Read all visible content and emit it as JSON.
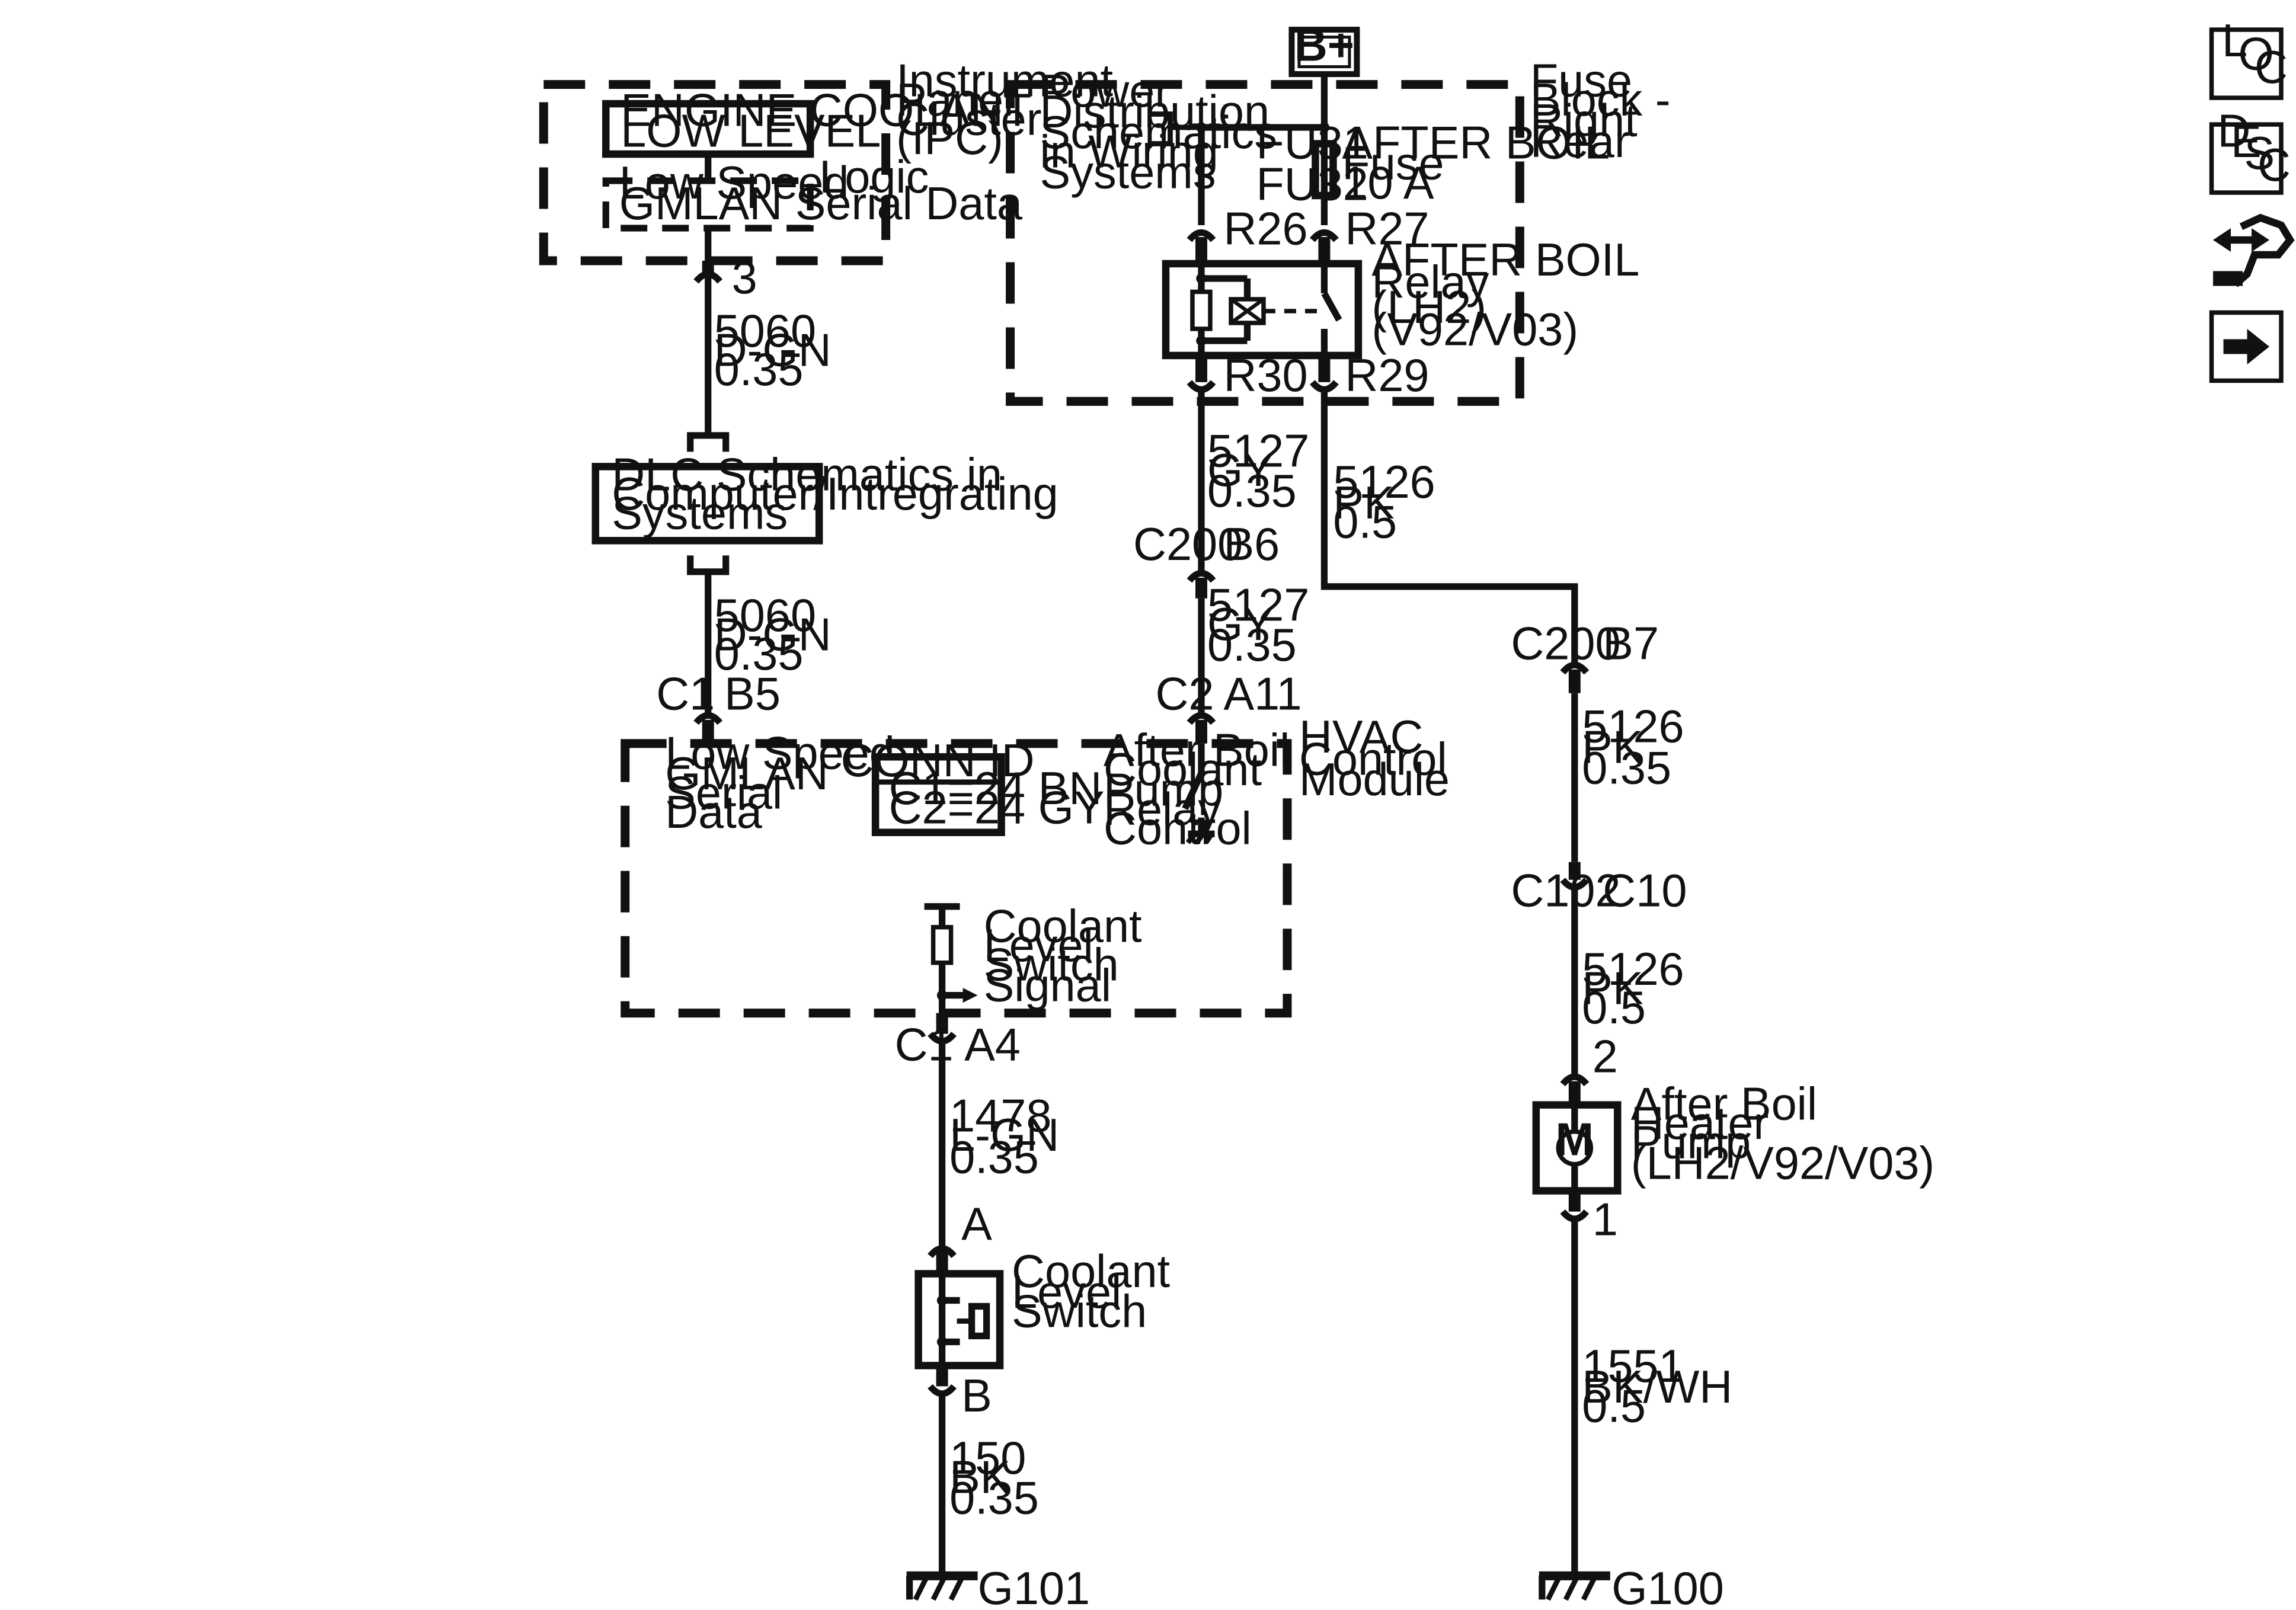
{
  "power": {
    "bplus": "B+"
  },
  "ipc": {
    "indicator": [
      "ENGINE COOLANT",
      "LOW LEVEL"
    ],
    "logic_box": [
      "Low Speed",
      "GMLAN Serial Data"
    ],
    "logic_label": "Logic",
    "module_label": [
      "Instrument",
      "Panel",
      "Cluster",
      "(IPC)"
    ],
    "pin": "3"
  },
  "wire_5060_a": [
    "5060",
    "D-GN",
    "0.35"
  ],
  "dlc": {
    "text": [
      "DLC Schematics in",
      "Computer/Intregrating",
      "Systems"
    ]
  },
  "wire_5060_b": [
    "5060",
    "D-GN",
    "0.35"
  ],
  "fuse_block": {
    "label": [
      "Fuse",
      "Block -",
      "Right",
      "Rear"
    ],
    "power_ref": [
      "Power",
      "Distribution",
      "Schematics",
      "in Wiring",
      "Systems"
    ],
    "fuse_ids": [
      "FU31",
      "FU32"
    ],
    "fuse_text": [
      "AFTER BOIL",
      "Fuse",
      "10 A"
    ],
    "relay_text": [
      "AFTER BOIL",
      "Relay",
      "(LH2)",
      "(V92/V03)"
    ],
    "pins": {
      "r26": "R26",
      "r27": "R27",
      "r30": "R30",
      "r29": "R29"
    }
  },
  "wire_5127_a": [
    "5127",
    "GY",
    "0.35"
  ],
  "c200_b6": {
    "conn": "C200",
    "pin": "B6"
  },
  "wire_5127_b": [
    "5127",
    "GY",
    "0.35"
  ],
  "wire_5126_a": [
    "5126",
    "PK",
    "0.5"
  ],
  "c200_b7": {
    "conn": "C200",
    "pin": "B7"
  },
  "wire_5126_b": [
    "5126",
    "PK",
    "0.35"
  ],
  "c102": {
    "conn": "C102",
    "pin": "C10"
  },
  "wire_5126_c": [
    "5126",
    "PK",
    "0.5"
  ],
  "hvac": {
    "module_label": [
      "HVAC",
      "Control",
      "Module"
    ],
    "c1_conn": "C1",
    "c1_pin": "B5",
    "c2_conn": "C2",
    "c2_pin": "A11",
    "gmlan_text": [
      "Low Speed",
      "GMLAN",
      "Serial",
      "Data"
    ],
    "conn_id_title": "CONN ID",
    "conn_id_rows": [
      "C1=24 BN",
      "C2=24 GY"
    ],
    "relay_ctrl_text": [
      "After Boil",
      "Coolant",
      "Pump",
      "Relay",
      "Control"
    ],
    "switch_signal_text": [
      "Coolant",
      "Level",
      "Switch",
      "Signal"
    ],
    "bottom_conn": "C1",
    "bottom_pin": "A4"
  },
  "wire_1478": [
    "1478",
    "L-GN",
    "0.35"
  ],
  "coolant_switch": {
    "pin_a": "A",
    "pin_b": "B",
    "label": [
      "Coolant",
      "Level",
      "Switch"
    ]
  },
  "wire_150": [
    "150",
    "BK",
    "0.35"
  ],
  "ground_g101": "G101",
  "pump": {
    "pin_top": "2",
    "pin_bottom": "1",
    "motor": "M",
    "label": [
      "After Boil",
      "Heater",
      "Pump",
      "(LH2/V92/V03)"
    ]
  },
  "wire_1551": [
    "1551",
    "BK/WH",
    "0.5"
  ],
  "ground_g100": "G100",
  "nav": {
    "loc": [
      "L",
      "O",
      "C"
    ],
    "desc": [
      "D",
      "E",
      "S",
      "C"
    ],
    "icons": [
      "connector-end-view-icon",
      "next-arrow-icon"
    ]
  }
}
